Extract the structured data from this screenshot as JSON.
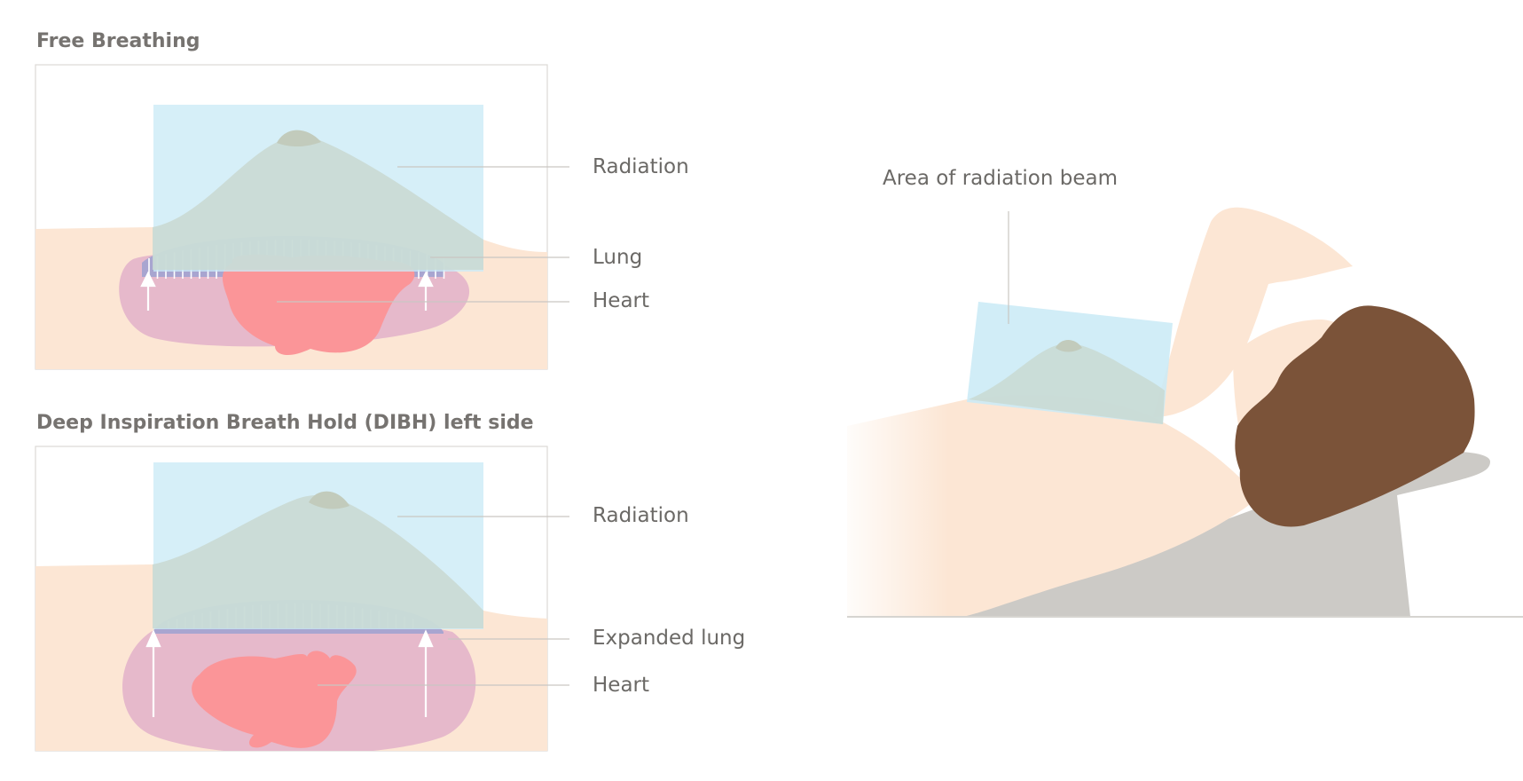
{
  "panel_free": {
    "title": "Free Breathing",
    "labels": {
      "radiation": "Radiation",
      "lung": "Lung",
      "heart": "Heart"
    }
  },
  "panel_dibh": {
    "title": "Deep Inspiration Breath Hold (DIBH) left side",
    "labels": {
      "radiation": "Radiation",
      "lung": "Expanded lung",
      "heart": "Heart"
    }
  },
  "patient": {
    "beam_label": "Area of radiation beam"
  },
  "colors": {
    "radiation": "#cbeaf6",
    "skin": "#fce6d4",
    "lung": "#a8a5d0",
    "cavity": "#e6b9cb",
    "heart": "#fb9598",
    "hair": "#7b5339",
    "wedge": "#cccac6",
    "text": "#6b6966",
    "title": "#767370"
  }
}
